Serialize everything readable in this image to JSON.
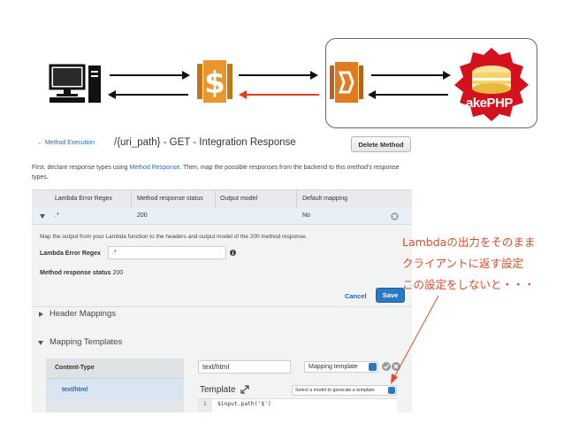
{
  "header": {
    "back_link": "← Method Execution",
    "title": "/{uri_path} - GET - Integration Response",
    "delete_button": "Delete Method"
  },
  "intro": {
    "text_before": "First, declare response types using ",
    "link": "Method Response",
    "text_after": ". Then, map the possible responses from the backend to this method's response types."
  },
  "table": {
    "columns": [
      "Lambda Error Regex",
      "Method response status",
      "Output model",
      "Default mapping"
    ],
    "rows": [
      {
        "regex": ".*",
        "status": "200",
        "model": "",
        "default_mapping": "No"
      }
    ]
  },
  "mapping_detail": {
    "description": "Map the output from your Lambda function to the headers and output model of the 200 method response.",
    "regex_label": "Lambda Error Regex",
    "regex_value": ".*",
    "status_label": "Method response status",
    "status_value": "200",
    "cancel": "Cancel",
    "save": "Save"
  },
  "sections": {
    "header_mappings": "Header Mappings",
    "mapping_templates": "Mapping Templates"
  },
  "templates": {
    "content_type_header": "Content-Type",
    "content_type_item": "text/html",
    "content_type_input": "text/html",
    "mapping_select": "Mapping template",
    "template_label": "Template",
    "model_select": "Select a model to generate a template",
    "code_line_number": "1",
    "code": "$input.path('$')"
  },
  "annotation": {
    "lines": [
      "Lambdaの出力をそのまま",
      "クライアントに返す設定",
      "この設定をしないと・・・"
    ]
  },
  "diagram": {
    "cakephp_logo_text": "akePHP"
  },
  "colors": {
    "link": "#1a6bbb",
    "save_button": "#2b79c2",
    "annotation": "#e24a2a",
    "aws_orange": "#e07b1f",
    "cakephp_red": "#d3121d"
  }
}
